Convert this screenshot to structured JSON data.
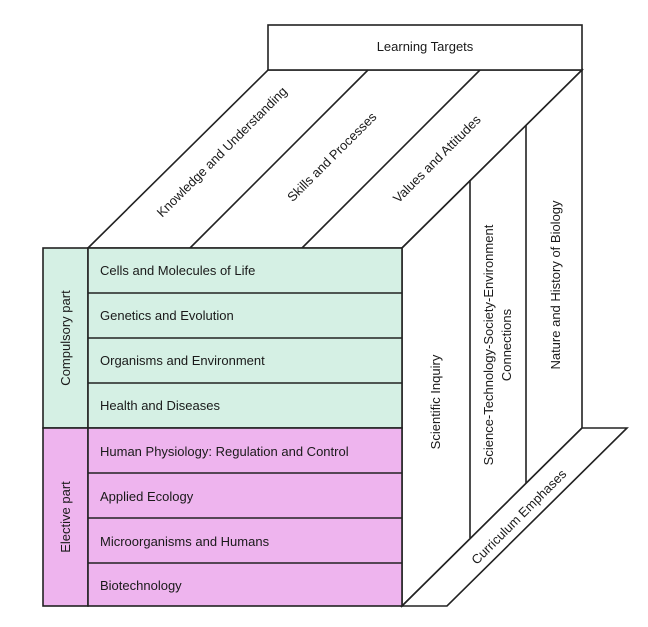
{
  "learning_targets": {
    "title": "Learning Targets",
    "items": [
      "Knowledge and Understanding",
      "Skills and Processes",
      "Values and Attitudes"
    ]
  },
  "curriculum_emphases": {
    "title": "Curriculum Emphases",
    "items": [
      "Scientific Inquiry",
      "Science-Technology-Society-Environment",
      "Connections",
      "Nature and History of Biology"
    ]
  },
  "compulsory": {
    "label": "Compulsory part",
    "color": "#d5f0e4",
    "topics": [
      "Cells and Molecules of Life",
      "Genetics and Evolution",
      "Organisms and Environment",
      "Health and Diseases"
    ]
  },
  "elective": {
    "label": "Elective part",
    "color": "#eeb4ee",
    "topics": [
      "Human Physiology: Regulation and Control",
      "Applied Ecology",
      "Microorganisms and Humans",
      "Biotechnology"
    ]
  }
}
